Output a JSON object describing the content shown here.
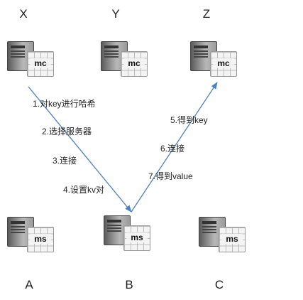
{
  "nodes": {
    "x": {
      "label": "X",
      "badge": "mc"
    },
    "y": {
      "label": "Y",
      "badge": "mc"
    },
    "z": {
      "label": "Z",
      "badge": "mc"
    },
    "a": {
      "label": "A",
      "badge": "ms"
    },
    "b": {
      "label": "B",
      "badge": "ms"
    },
    "c": {
      "label": "C",
      "badge": "ms"
    }
  },
  "steps": {
    "s1": "1.对key进行哈希",
    "s2": "2.选择服务器",
    "s3": "3.连接",
    "s4": "4.设置kv对",
    "s5": "5.得到key",
    "s6": "6.连接",
    "s7": "7.得到value"
  },
  "colors": {
    "arrow": "#4f81bd"
  }
}
